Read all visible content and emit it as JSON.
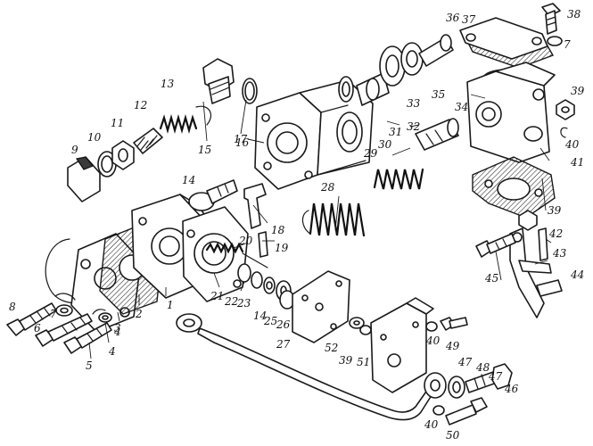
{
  "diagram": {
    "callouts": [
      {
        "id": "p1",
        "text": "1"
      },
      {
        "id": "p2",
        "text": "2"
      },
      {
        "id": "p3",
        "text": "3"
      },
      {
        "id": "p4a",
        "text": "4"
      },
      {
        "id": "p4b",
        "text": "4"
      },
      {
        "id": "p5",
        "text": "5"
      },
      {
        "id": "p6",
        "text": "6"
      },
      {
        "id": "p7a",
        "text": "7"
      },
      {
        "id": "p7b",
        "text": "7"
      },
      {
        "id": "p8",
        "text": "8"
      },
      {
        "id": "p9",
        "text": "9"
      },
      {
        "id": "p10",
        "text": "10"
      },
      {
        "id": "p11",
        "text": "11"
      },
      {
        "id": "p12",
        "text": "12"
      },
      {
        "id": "p13",
        "text": "13"
      },
      {
        "id": "p14a",
        "text": "14"
      },
      {
        "id": "p14b",
        "text": "14"
      },
      {
        "id": "p15",
        "text": "15"
      },
      {
        "id": "p16",
        "text": "16"
      },
      {
        "id": "p17",
        "text": "17"
      },
      {
        "id": "p18",
        "text": "18"
      },
      {
        "id": "p19",
        "text": "19"
      },
      {
        "id": "p20",
        "text": "20"
      },
      {
        "id": "p21",
        "text": "21"
      },
      {
        "id": "p22",
        "text": "22"
      },
      {
        "id": "p23",
        "text": "23"
      },
      {
        "id": "p25",
        "text": "25"
      },
      {
        "id": "p26",
        "text": "26"
      },
      {
        "id": "p27",
        "text": "27"
      },
      {
        "id": "p28",
        "text": "28"
      },
      {
        "id": "p29",
        "text": "29"
      },
      {
        "id": "p30",
        "text": "30"
      },
      {
        "id": "p31",
        "text": "31"
      },
      {
        "id": "p32",
        "text": "32"
      },
      {
        "id": "p33",
        "text": "33"
      },
      {
        "id": "p34",
        "text": "34"
      },
      {
        "id": "p35",
        "text": "35"
      },
      {
        "id": "p36",
        "text": "36"
      },
      {
        "id": "p37a",
        "text": "37"
      },
      {
        "id": "p38",
        "text": "38"
      },
      {
        "id": "p39a",
        "text": "39"
      },
      {
        "id": "p39b",
        "text": "39"
      },
      {
        "id": "p39c",
        "text": "39"
      },
      {
        "id": "p40a",
        "text": "40"
      },
      {
        "id": "p40b",
        "text": "40"
      },
      {
        "id": "p40c",
        "text": "40"
      },
      {
        "id": "p41",
        "text": "41"
      },
      {
        "id": "p42",
        "text": "42"
      },
      {
        "id": "p43",
        "text": "43"
      },
      {
        "id": "p44",
        "text": "44"
      },
      {
        "id": "p45",
        "text": "45"
      },
      {
        "id": "p46",
        "text": "46"
      },
      {
        "id": "p47a",
        "text": "47"
      },
      {
        "id": "p47b",
        "text": "47"
      },
      {
        "id": "p48",
        "text": "48"
      },
      {
        "id": "p49",
        "text": "49"
      },
      {
        "id": "p50",
        "text": "50"
      },
      {
        "id": "p51",
        "text": "51"
      },
      {
        "id": "p52",
        "text": "52"
      }
    ]
  }
}
